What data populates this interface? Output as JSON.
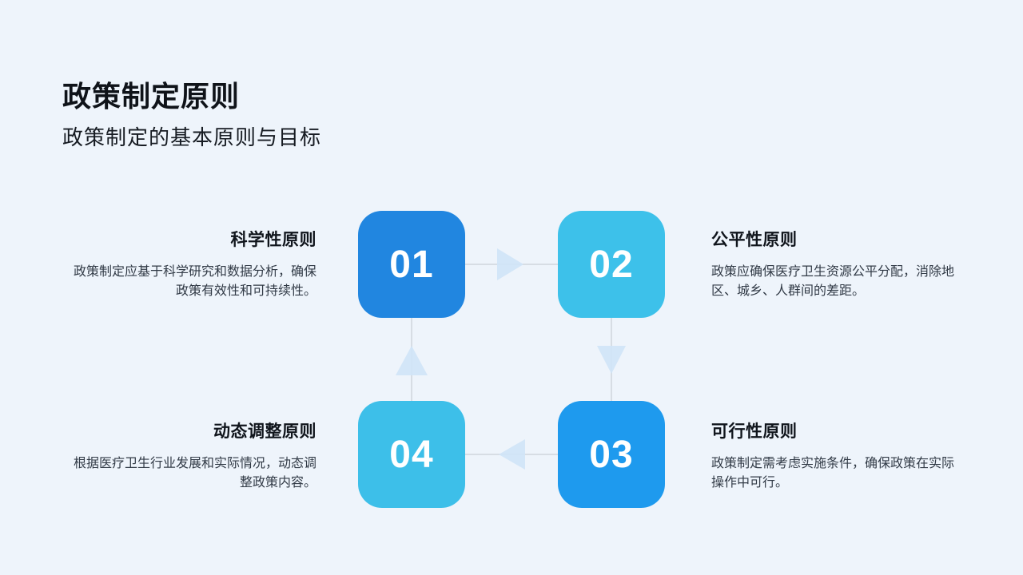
{
  "page": {
    "title": "政策制定原则",
    "subtitle": "政策制定的基本原则与目标"
  },
  "colors": {
    "background": "#eef4fb",
    "connector_line": "#d7dde4",
    "arrow": "#d0e4f7",
    "number_text": "#ffffff"
  },
  "diagram": {
    "steps": [
      {
        "number": "01",
        "title": "科学性原则",
        "description": "政策制定应基于科学研究和数据分析，确保\n政策有效性和可持续性。",
        "box_color": "#2186e0"
      },
      {
        "number": "02",
        "title": "公平性原则",
        "description": "政策应确保医疗卫生资源公平分配，消除地\n区、城乡、人群间的差距。",
        "box_color": "#3dc1ea"
      },
      {
        "number": "03",
        "title": "可行性原则",
        "description": "政策制定需考虑实施条件，确保政策在实际\n操作中可行。",
        "box_color": "#1e9aee"
      },
      {
        "number": "04",
        "title": "动态调整原则",
        "description": "根据医疗卫生行业发展和实际情况，动态调\n整政策内容。",
        "box_color": "#3dbfe9"
      }
    ]
  }
}
